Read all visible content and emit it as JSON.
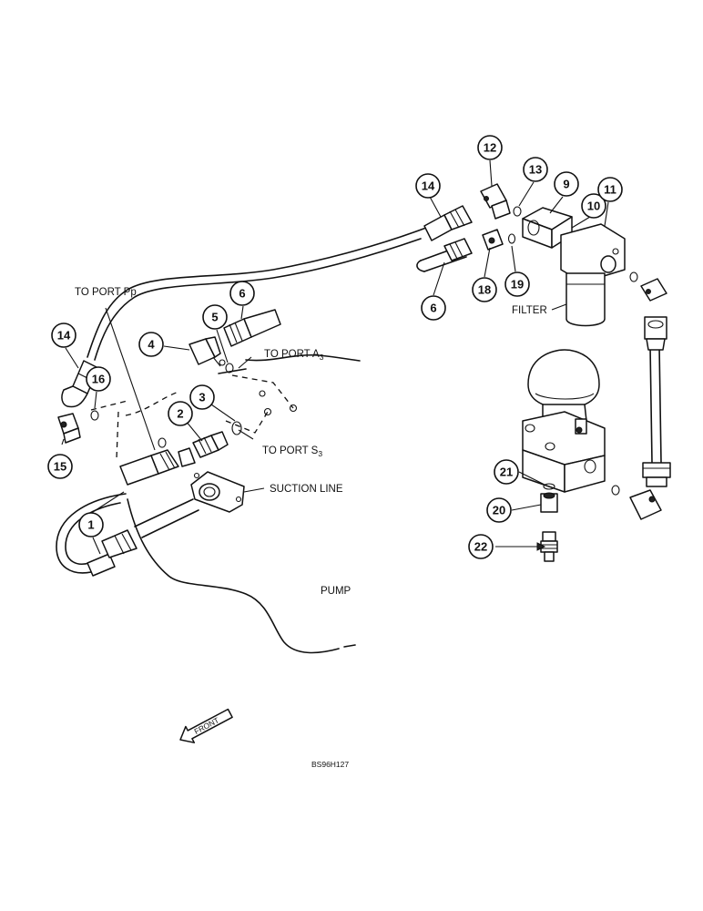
{
  "labels": {
    "to_port_pp": "TO PORT Pp",
    "to_port_a3_main": "TO PORT A",
    "to_port_a3_sub": "3",
    "to_port_s3_main": "TO PORT S",
    "to_port_s3_sub": "3",
    "suction_line": "SUCTION LINE",
    "pump": "PUMP",
    "filter": "FILTER",
    "front": "FRONT",
    "figure_code": "BS96H127"
  },
  "callouts": {
    "c1": "1",
    "c2": "2",
    "c3": "3",
    "c4": "4",
    "c5": "5",
    "c6a": "6",
    "c6b": "6",
    "c9": "9",
    "c10": "10",
    "c11": "11",
    "c12": "12",
    "c13": "13",
    "c14a": "14",
    "c14b": "14",
    "c15": "15",
    "c16": "16",
    "c18": "18",
    "c19": "19",
    "c20": "20",
    "c21": "21",
    "c22": "22"
  }
}
